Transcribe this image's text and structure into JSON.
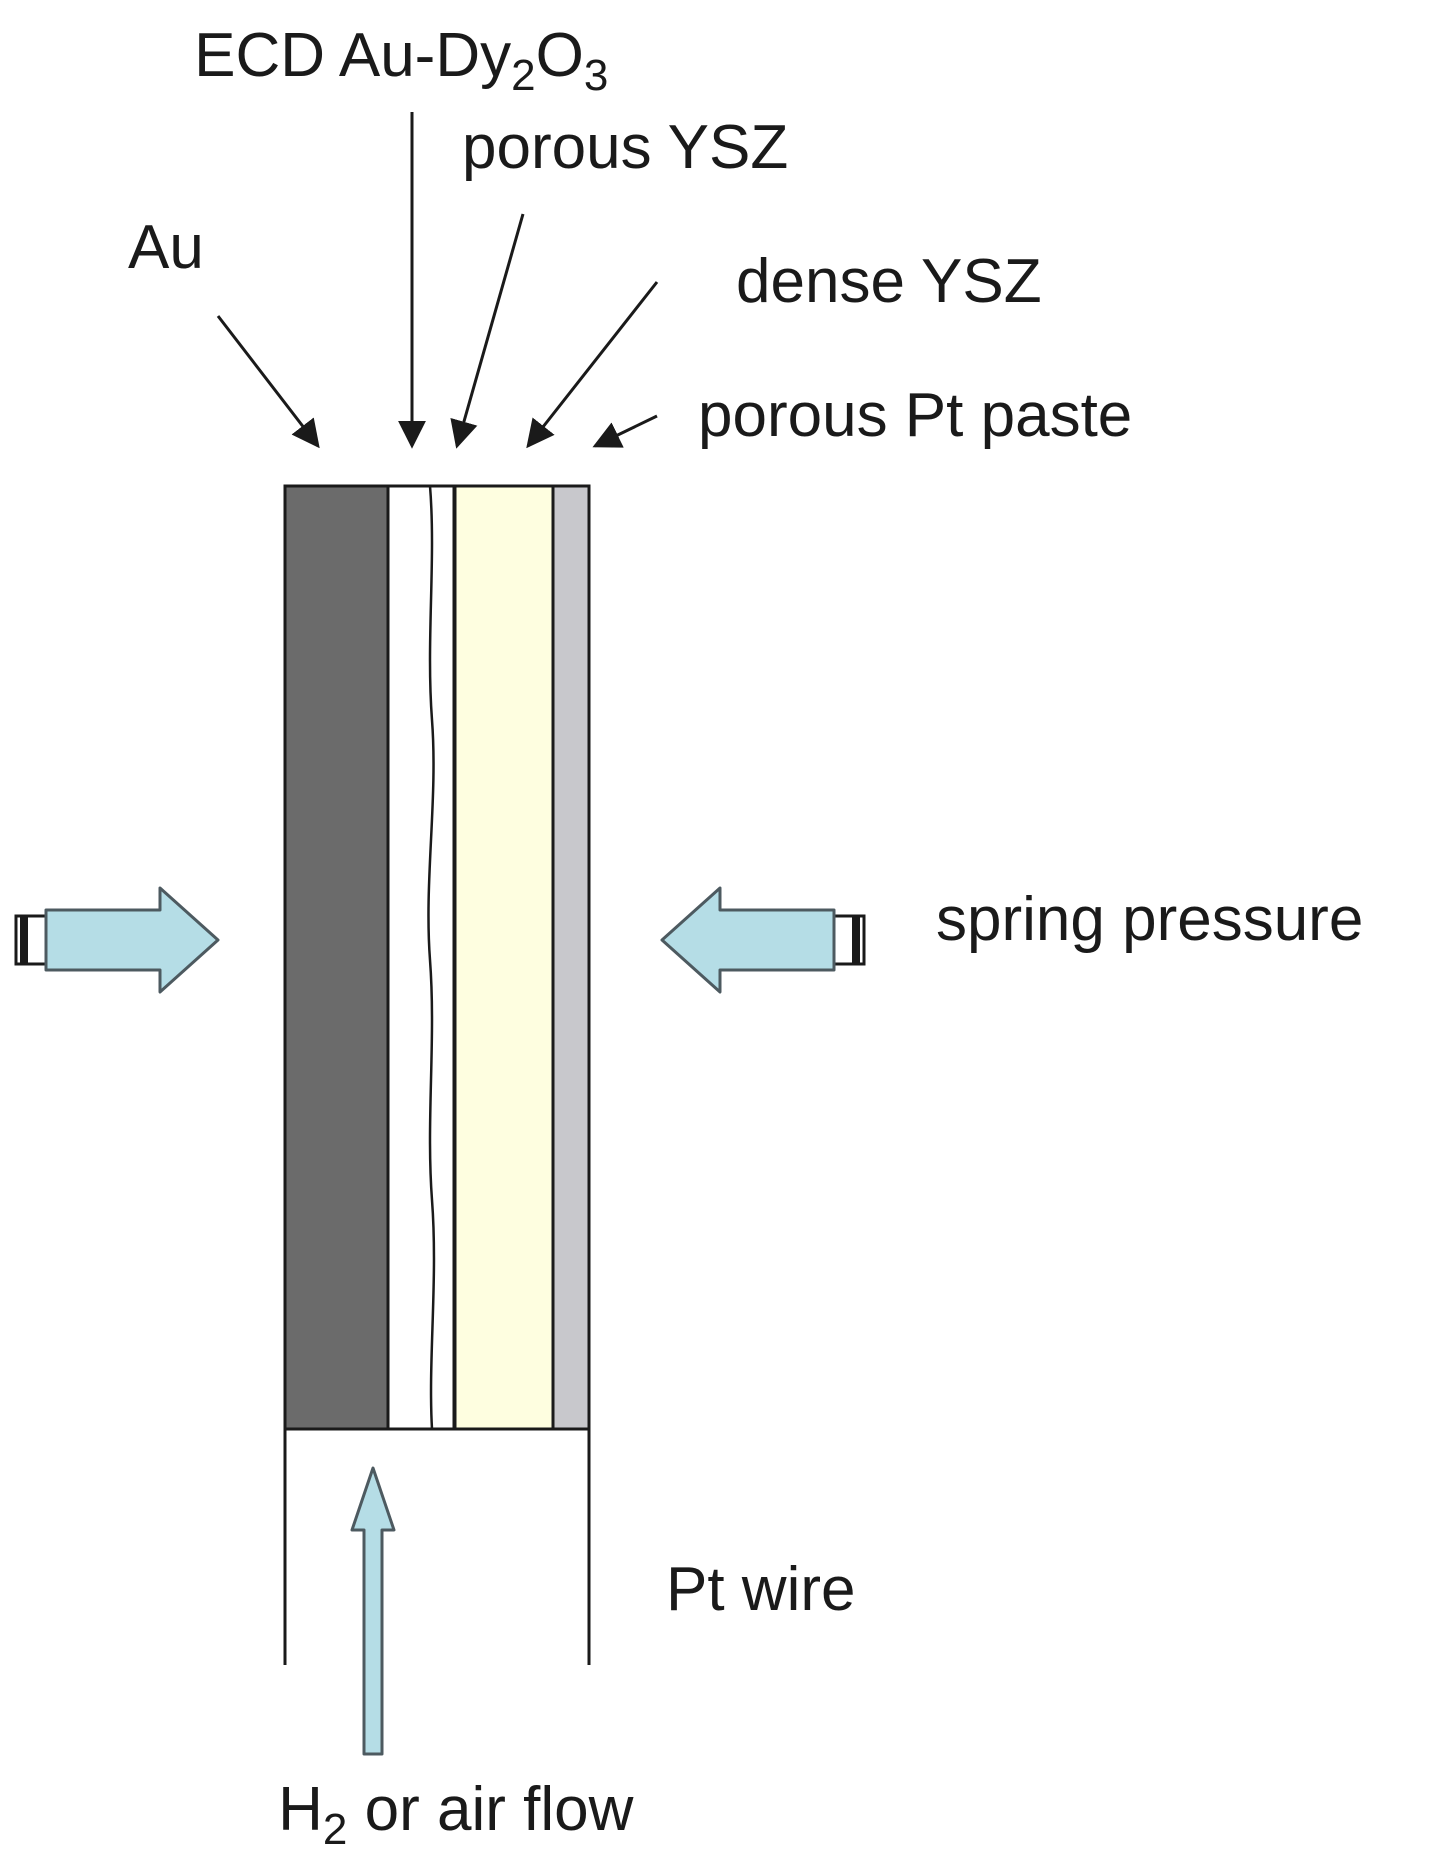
{
  "labels": {
    "ecd_main": "ECD Au-Dy",
    "ecd_sub1": "2",
    "ecd_mid": "O",
    "ecd_sub2": "3",
    "porous_ysz": "porous YSZ",
    "au": "Au",
    "dense_ysz": "dense YSZ",
    "porous_pt_paste": "porous Pt paste",
    "spring_pressure": "spring pressure",
    "pt_wire": "Pt wire",
    "flow_h": "H",
    "flow_sub": "2",
    "flow_rest": " or air flow"
  },
  "colors": {
    "au_layer": "#6b6b6b",
    "ecd_layer": "#ffffff",
    "porous_ysz_layer": "#ffffff",
    "dense_ysz_layer": "#fefee0",
    "pt_paste_layer": "#c8c8cc",
    "spring_arrow_fill": "#b5dde6",
    "spring_arrow_stroke": "#4d5a60",
    "line": "#1a1a1a"
  }
}
